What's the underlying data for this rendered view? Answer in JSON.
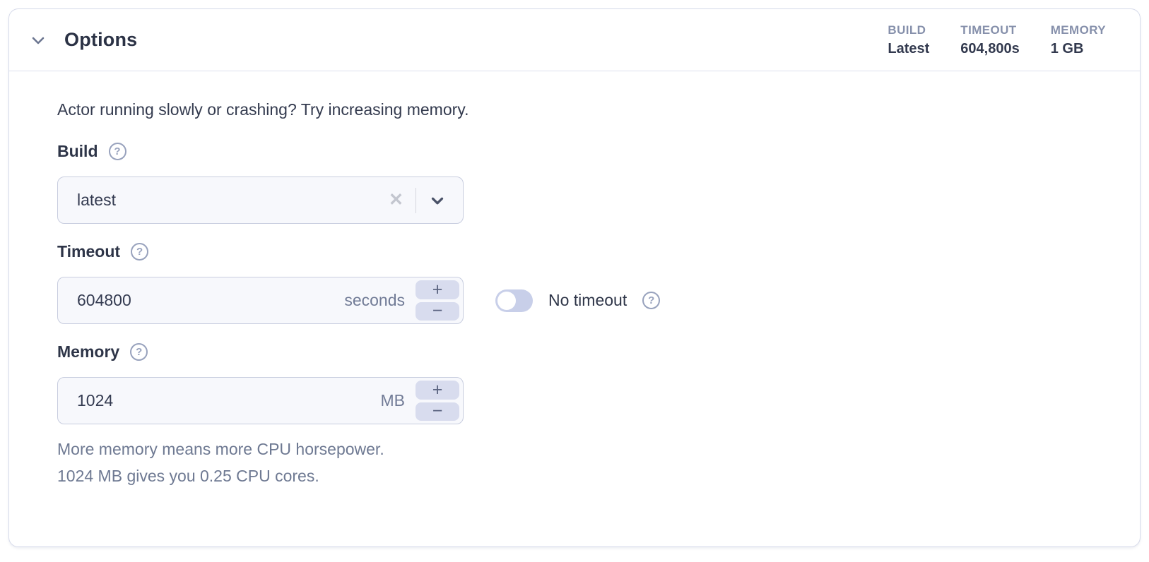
{
  "header": {
    "title": "Options",
    "summary": [
      {
        "label": "BUILD",
        "value": "Latest"
      },
      {
        "label": "TIMEOUT",
        "value": "604,800s"
      },
      {
        "label": "MEMORY",
        "value": "1 GB"
      }
    ]
  },
  "body": {
    "intro": "Actor running slowly or crashing? Try increasing memory.",
    "build": {
      "label": "Build",
      "value": "latest"
    },
    "timeout": {
      "label": "Timeout",
      "value": "604800",
      "unit": "seconds",
      "no_timeout_label": "No timeout",
      "no_timeout_enabled": false
    },
    "memory": {
      "label": "Memory",
      "value": "1024",
      "unit": "MB",
      "hint_line1": "More memory means more CPU horsepower.",
      "hint_line2": "1024 MB gives you 0.25 CPU cores."
    }
  },
  "icons": {
    "help": "?",
    "clear": "✕",
    "increment": "+",
    "decrement": "−"
  },
  "colors": {
    "panel_border": "#d6daea",
    "stat_label": "#8690ab",
    "text_dark": "#2e3548",
    "muted_text": "#6e7992",
    "input_bg": "#f7f8fc",
    "input_border": "#c8cddf",
    "stepper_bg": "#d8dcee",
    "toggle_track": "#c8cfe9"
  }
}
